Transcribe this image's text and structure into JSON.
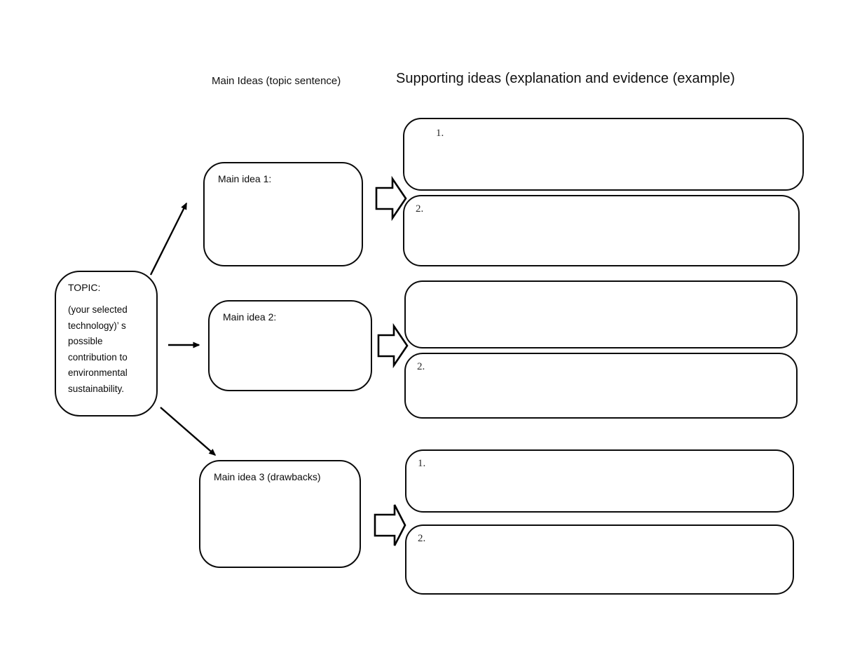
{
  "colors": {
    "ink": "#000000",
    "paper": "#ffffff"
  },
  "headers": {
    "main_ideas": "Main Ideas (topic sentence)",
    "supporting_ideas": "Supporting ideas (explanation and evidence (example)"
  },
  "topic": {
    "title": "TOPIC:",
    "body": "(your selected technology)’ s possible contribution to environmental sustainability."
  },
  "main_ideas": [
    {
      "label": "Main idea 1:"
    },
    {
      "label": "Main idea 2:"
    },
    {
      "label": "Main idea 3 (drawbacks)"
    }
  ],
  "supporting": [
    {
      "rows": [
        {
          "number": "1."
        },
        {
          "number": "2."
        }
      ]
    },
    {
      "rows": [
        {
          "number": ""
        },
        {
          "number": "2."
        }
      ]
    },
    {
      "rows": [
        {
          "number": "1."
        },
        {
          "number": "2."
        }
      ]
    }
  ]
}
